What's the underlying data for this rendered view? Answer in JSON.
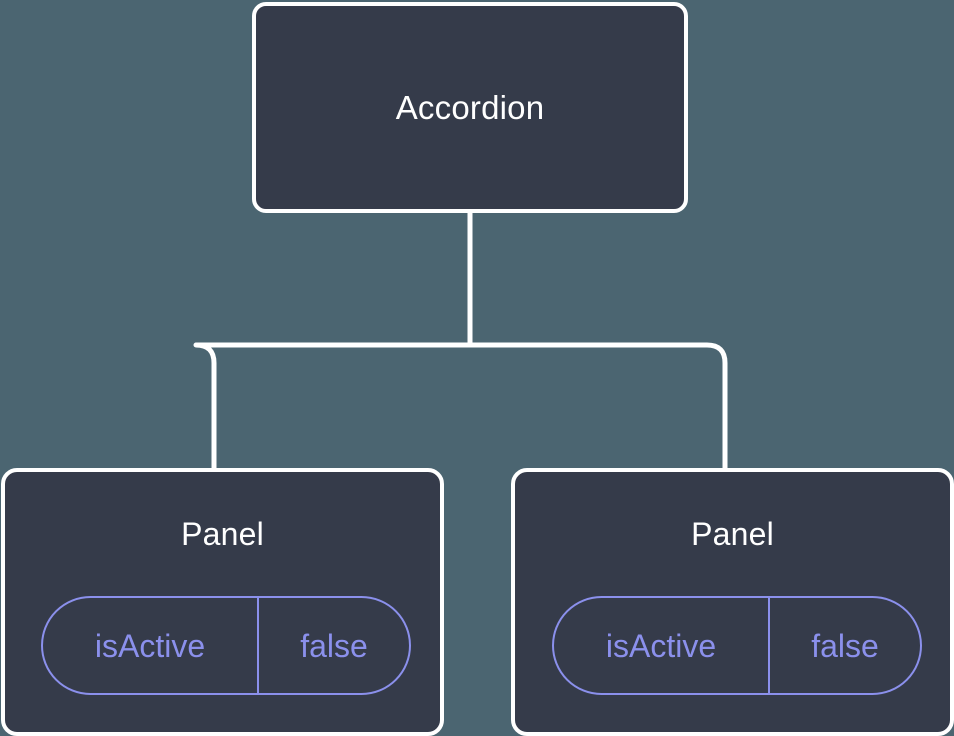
{
  "canvas": {
    "background_color": "#4b6571",
    "node_fill_color": "#353b4a",
    "node_border_color": "#ffffff",
    "node_text_color": "#ffffff",
    "accent_color": "#8b90ec",
    "edge_color": "#ffffff"
  },
  "diagram": {
    "type": "component-tree",
    "root": {
      "label": "Accordion"
    },
    "children": [
      {
        "label": "Panel",
        "props": [
          {
            "key": "isActive",
            "value": "false"
          }
        ]
      },
      {
        "label": "Panel",
        "props": [
          {
            "key": "isActive",
            "value": "false"
          }
        ]
      }
    ]
  }
}
